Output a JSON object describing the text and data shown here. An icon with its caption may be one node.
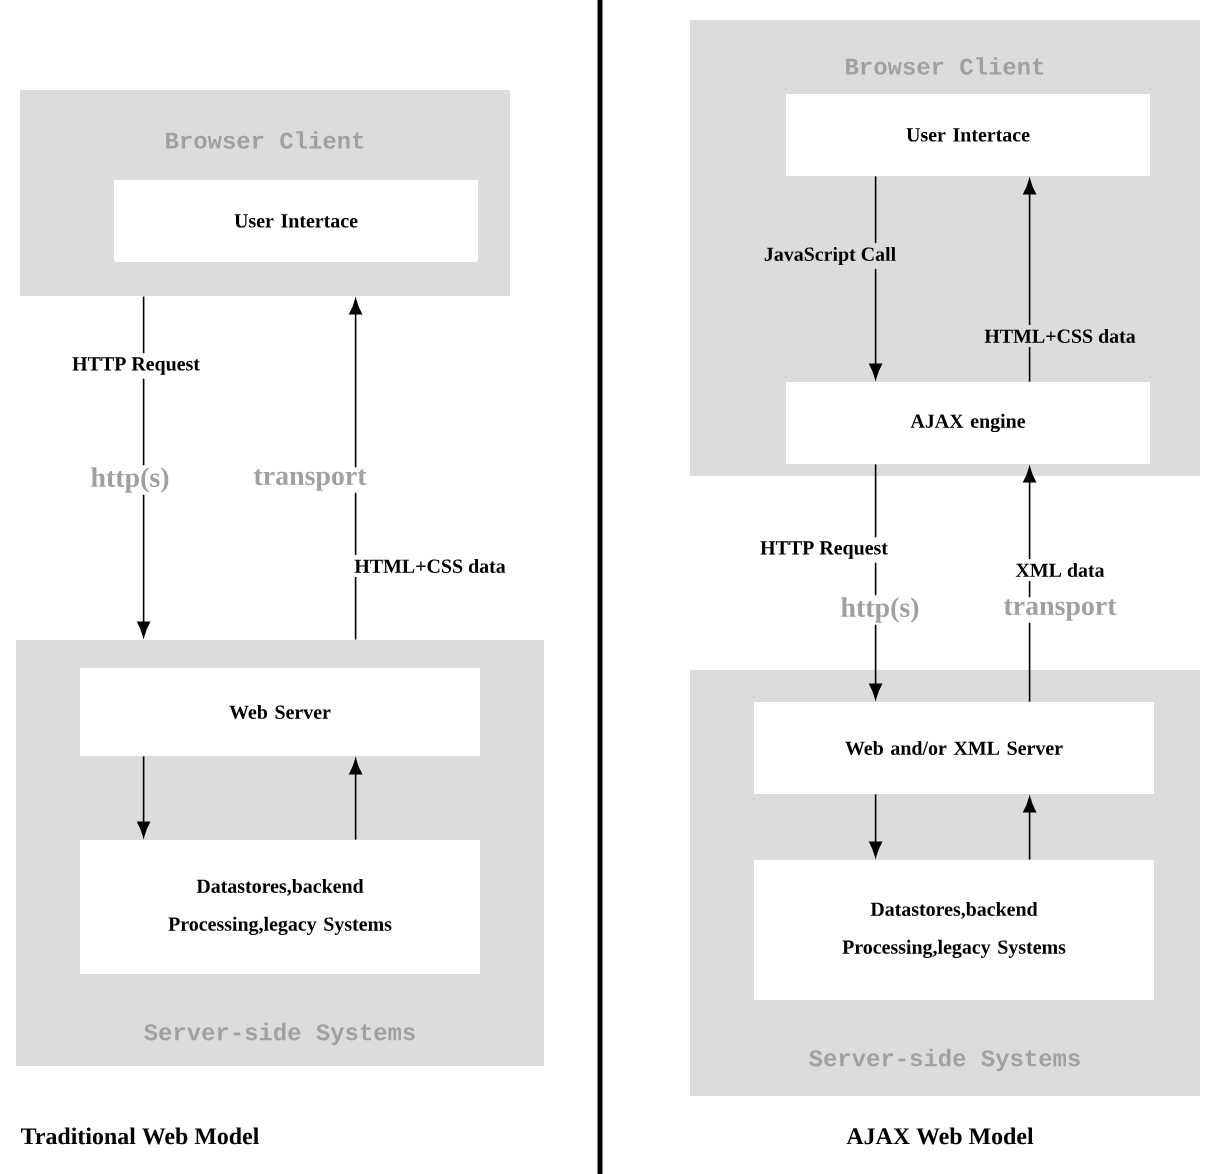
{
  "diagram": {
    "nodes": [
      {
        "text": [
          "Browser Client"
        ]
      },
      {
        "text": [
          "User Intertace"
        ],
        "in": 0
      },
      {
        "text": [
          "Server-side Systems"
        ]
      },
      {
        "text": [
          "Web Server"
        ],
        "in": 2
      },
      {
        "text": [
          "Datastores,backend Processing,legacy Systems"
        ],
        "in": 2
      },
      {
        "text": [
          "Browser Client"
        ]
      },
      {
        "text": [
          "User Intertace"
        ],
        "in": 5
      },
      {
        "text": [
          "AJAX engine"
        ],
        "in": 5
      },
      {
        "text": [
          "Server-side Systems"
        ]
      },
      {
        "text": [
          "Web and/or XML Server"
        ],
        "in": 8
      },
      {
        "text": [
          "Datastores,backend Processing,legacy Systems"
        ],
        "in": 8
      }
    ],
    "edges": [
      {
        "from": 0,
        "to": 2,
        "arrow": "to",
        "label": "HTTP Request"
      },
      {
        "from": 2,
        "to": 0,
        "arrow": "to",
        "label": "HTML+CSS data"
      },
      {
        "from": 3,
        "to": 4,
        "arrow": "to"
      },
      {
        "from": 4,
        "to": 3,
        "arrow": "to"
      },
      {
        "from": 6,
        "to": 7,
        "arrow": "to",
        "label": "JavaScript Call"
      },
      {
        "from": 7,
        "to": 6,
        "arrow": "to",
        "label": "HTML+CSS data"
      },
      {
        "from": 7,
        "to": 9,
        "arrow": "to",
        "label": "HTTP Request"
      },
      {
        "from": 9,
        "to": 7,
        "arrow": "to",
        "label": "XML data"
      },
      {
        "from": 9,
        "to": 10,
        "arrow": "to"
      },
      {
        "from": 10,
        "to": 9,
        "arrow": "to"
      }
    ],
    "labels": [
      "http(s)",
      "transport",
      "http(s)",
      "transport",
      "Traditional Web Model",
      "AJAX Web Model"
    ]
  }
}
